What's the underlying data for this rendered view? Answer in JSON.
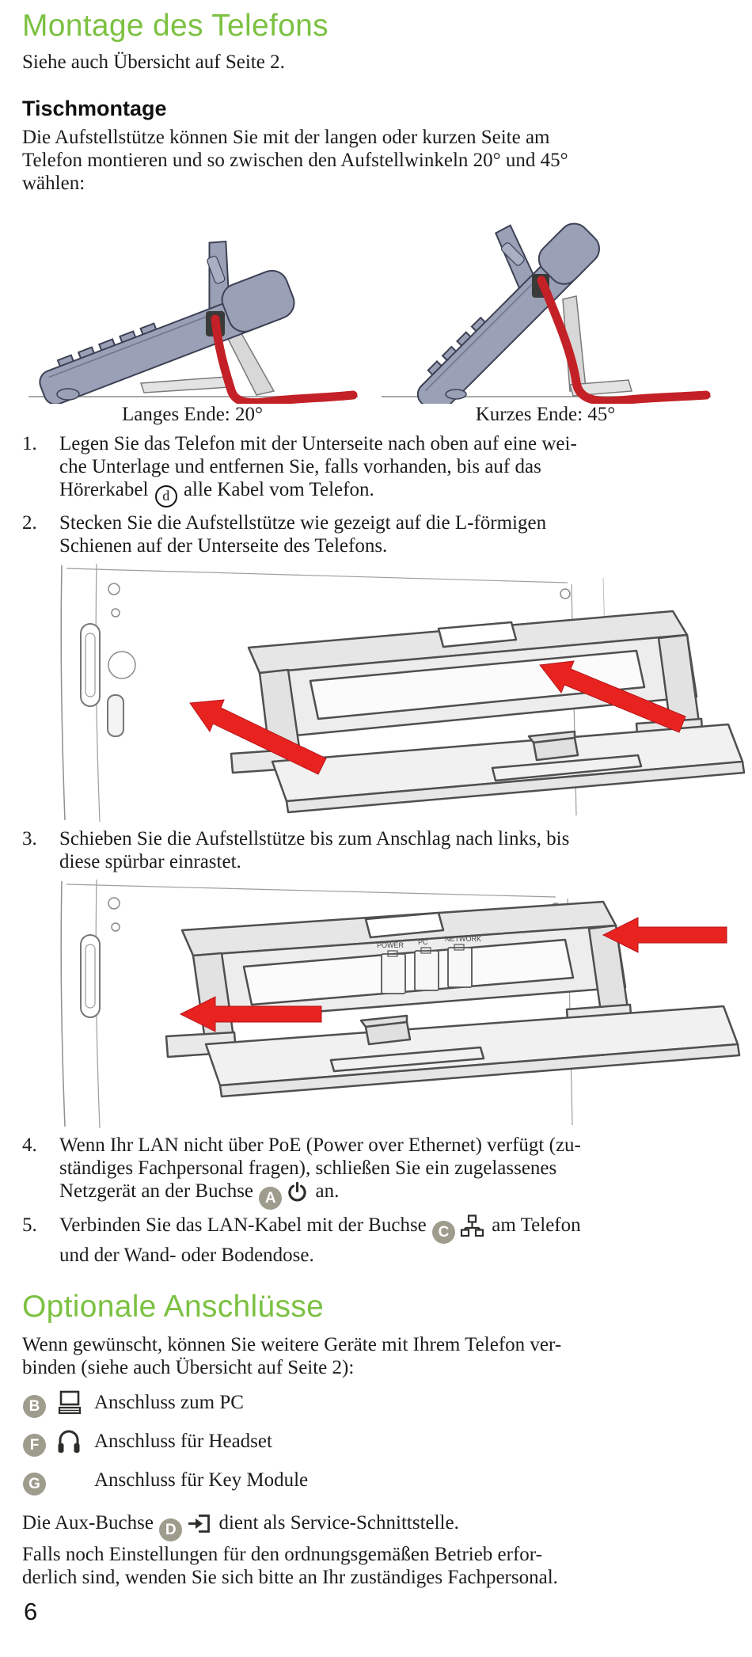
{
  "page": {
    "number": "6"
  },
  "montage": {
    "title": "Montage des Telefons",
    "subtitle": "Siehe auch Übersicht auf Seite 2.",
    "desk_heading": "Tischmontage",
    "desk_intro": "Die Aufstellstütze können Sie mit der langen oder kurzen Seite am\nTelefon montieren und so zwischen den Aufstellwinkeln 20° und 45°\nwählen:",
    "figures": {
      "left_caption": "Langes Ende: 20°",
      "right_caption": "Kurzes Ende: 45°"
    },
    "steps": {
      "s1": {
        "num": "1.",
        "pre": "Legen Sie das Telefon mit der Unterseite nach oben auf eine wei-\nche Unterlage und entfernen Sie, falls vorhanden, bis auf das\nHörerkabel ",
        "icon_letter": "d",
        "post": " alle Kabel vom Telefon."
      },
      "s2": {
        "num": "2.",
        "text": "Stecken Sie die Aufstellstütze wie gezeigt auf die L-förmigen\nSchienen auf der Unterseite des Telefons."
      },
      "s3": {
        "num": "3.",
        "text": "Schieben Sie die Aufstellstütze bis zum Anschlag nach links, bis\ndiese spürbar einrastet."
      },
      "s4": {
        "num": "4.",
        "pre": "Wenn Ihr LAN nicht über PoE (Power over Ethernet) verfügt (zu-\nständiges Fachpersonal fragen), schließen Sie ein zugelassenes\nNetzgerät an der Buchse ",
        "badge": "A",
        "post": " an."
      },
      "s5": {
        "num": "5.",
        "pre": "Verbinden Sie das LAN-Kabel mit der Buchse ",
        "badge": "C",
        "post": " am Telefon\nund der Wand- oder Bodendose."
      }
    },
    "illustration_ports": {
      "power": "POWER",
      "pc": "PC",
      "network": "NETWORK"
    }
  },
  "optional": {
    "title": "Optionale Anschlüsse",
    "intro": "Wenn gewünscht, können Sie weitere Geräte mit Ihrem Telefon ver-\nbinden (siehe auch Übersicht auf Seite 2):",
    "connections": [
      {
        "badge": "B",
        "icon": "pc-icon",
        "label": "Anschluss zum PC"
      },
      {
        "badge": "F",
        "icon": "headset-icon",
        "label": "Anschluss für Headset"
      },
      {
        "badge": "G",
        "icon": "",
        "label": "Anschluss für Key Module"
      }
    ],
    "aux": {
      "pre": "Die Aux-Buchse ",
      "badge": "D",
      "post": " dient als Service-Schnittstelle."
    },
    "note": "Falls noch Einstellungen für den ordnungsgemäßen Betrieb erfor-\nderlich sind, wenden Sie sich bitte an Ihr zuständiges Fachpersonal."
  },
  "colors": {
    "heading_green": "#7cc142",
    "badge_gray": "#9d9c8d",
    "arrow_red": "#e8231f",
    "cable_red": "#c32127",
    "phone_body": "#9aa0b6"
  }
}
